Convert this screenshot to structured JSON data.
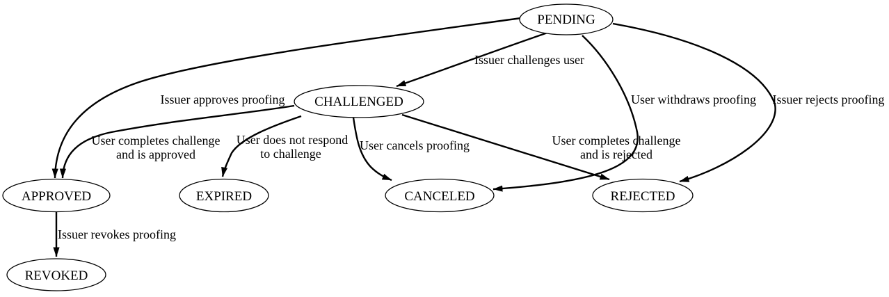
{
  "diagram": {
    "type": "state-machine",
    "colors": {
      "background": "#ffffff",
      "node_fill": "#ffffff",
      "stroke": "#000000",
      "text": "#000000"
    },
    "nodes": {
      "pending": {
        "label": "PENDING"
      },
      "challenged": {
        "label": "CHALLENGED"
      },
      "approved": {
        "label": "APPROVED"
      },
      "expired": {
        "label": "EXPIRED"
      },
      "canceled": {
        "label": "CANCELED"
      },
      "rejected": {
        "label": "REJECTED"
      },
      "revoked": {
        "label": "REVOKED"
      }
    },
    "edges": {
      "pending_challenged": {
        "from": "PENDING",
        "to": "CHALLENGED",
        "lines": [
          "Issuer challenges user"
        ]
      },
      "pending_approved": {
        "from": "PENDING",
        "to": "APPROVED",
        "lines": [
          "Issuer approves proofing"
        ]
      },
      "pending_canceled": {
        "from": "PENDING",
        "to": "CANCELED",
        "lines": [
          "User withdraws proofing"
        ]
      },
      "pending_rejected": {
        "from": "PENDING",
        "to": "REJECTED",
        "lines": [
          "Issuer rejects proofing"
        ]
      },
      "challenged_approved": {
        "from": "CHALLENGED",
        "to": "APPROVED",
        "lines": [
          "User completes challenge",
          "and is approved"
        ]
      },
      "challenged_expired": {
        "from": "CHALLENGED",
        "to": "EXPIRED",
        "lines": [
          "User does not respond",
          "to challenge"
        ]
      },
      "challenged_canceled": {
        "from": "CHALLENGED",
        "to": "CANCELED",
        "lines": [
          "User cancels proofing"
        ]
      },
      "challenged_rejected": {
        "from": "CHALLENGED",
        "to": "REJECTED",
        "lines": [
          "User completes challenge",
          "and is rejected"
        ]
      },
      "approved_revoked": {
        "from": "APPROVED",
        "to": "REVOKED",
        "lines": [
          "Issuer revokes proofing"
        ]
      }
    }
  }
}
